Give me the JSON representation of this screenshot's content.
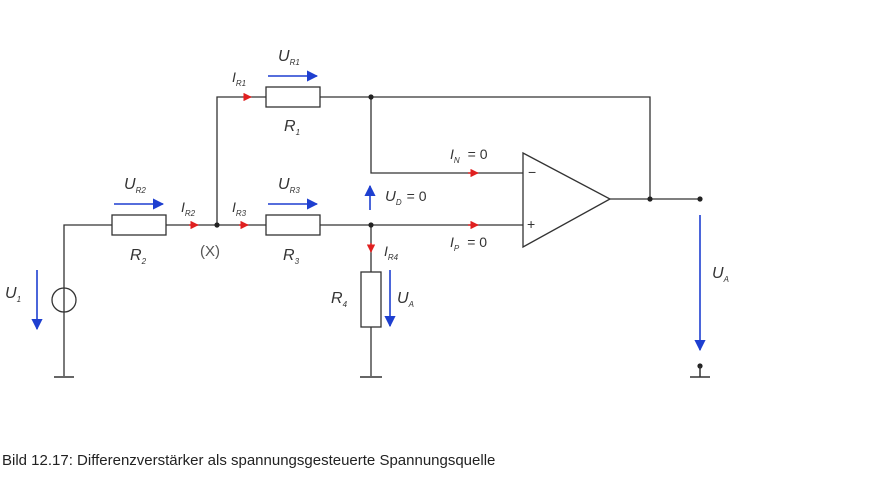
{
  "caption": "Bild 12.17: Differenzverstärker als spannungsgesteuerte Spannungsquelle",
  "colors": {
    "wire": "#333333",
    "voltage_arrow": "#1e3fd0",
    "current_arrow": "#e02020"
  },
  "components": {
    "r1": "R",
    "r1_sub": "1",
    "r2": "R",
    "r2_sub": "2",
    "r3": "R",
    "r3_sub": "3",
    "r4": "R",
    "r4_sub": "4"
  },
  "voltages": {
    "ur1": "U",
    "ur1_sub": "R1",
    "ur2": "U",
    "ur2_sub": "R2",
    "ur3": "U",
    "ur3_sub": "R3",
    "u1": "U",
    "u1_sub": "1",
    "ud": "U",
    "ud_sub": "D",
    "ud_eq": "= 0",
    "ua_r4": "U",
    "ua_r4_sub": "A",
    "ua_out": "U",
    "ua_out_sub": "A"
  },
  "currents": {
    "ir1": "I",
    "ir1_sub": "R1",
    "ir2": "I",
    "ir2_sub": "R2",
    "ir3": "I",
    "ir3_sub": "R3",
    "ir4": "I",
    "ir4_sub": "R4",
    "in": "I",
    "in_sub": "N",
    "in_eq": "= 0",
    "ip": "I",
    "ip_sub": "P",
    "ip_eq": "= 0"
  },
  "node": "(X)",
  "opamp": {
    "minus": "−",
    "plus": "+"
  }
}
